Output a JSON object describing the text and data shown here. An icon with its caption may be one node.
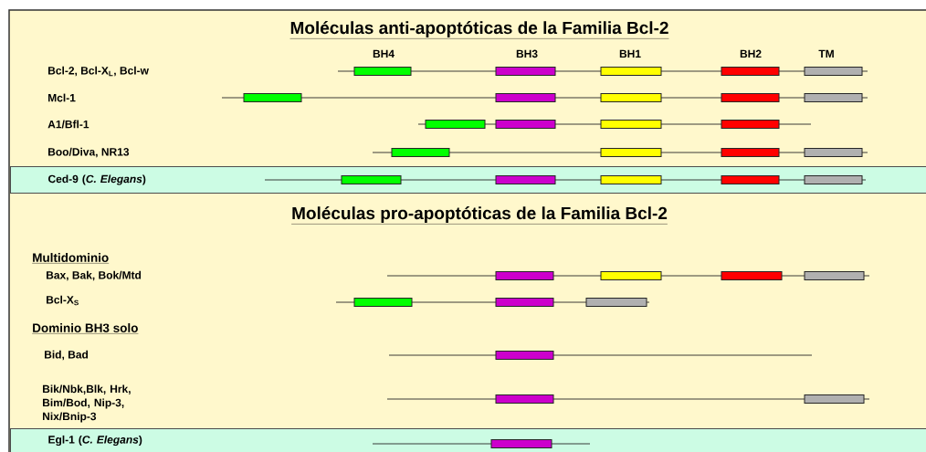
{
  "diagram": {
    "title": "Moléculas anti-apoptóticas de la Familia Bcl-2",
    "nodes": [
      {
        "text": [
          "Ced-9 (*C. Elegans*)"
        ]
      },
      {
        "text": [
          "Egl-1 (*C. Elegans*)"
        ]
      }
    ],
    "labels": [
      "BH4",
      "BH3",
      "BH1",
      "BH2",
      "TM",
      "Bcl-2, Bcl-X$_{L}$, Bcl-w",
      "Mcl-1",
      "A1/Bfl-1",
      "Boo/Diva, NR13",
      "Moléculas pro-apoptóticas de la Familia Bcl-2",
      "Multidominio",
      "Bax, Bak, Bok/Mtd",
      "Bcl-X$_{S}$",
      "Dominio BH3 solo",
      "Bid, Bad",
      "Bik/Nbk,Blk, Hrk, Bim/Bod, Nip-3, Nix/Bnip-3"
    ]
  }
}
